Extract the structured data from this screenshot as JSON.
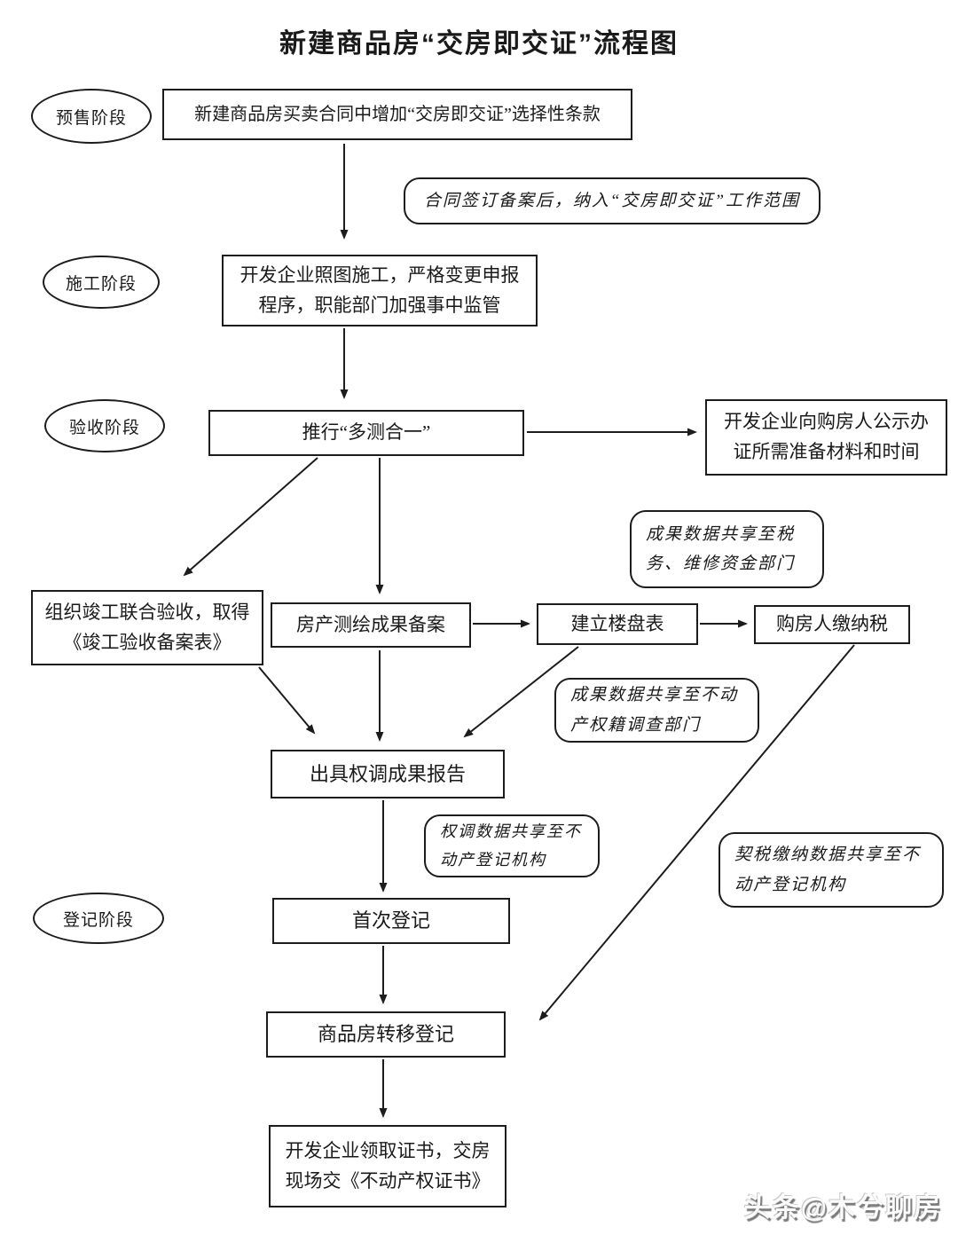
{
  "title": "新建商品房“交房即交证”流程图",
  "stages": [
    {
      "label": "预售阶段"
    },
    {
      "label": "施工阶段"
    },
    {
      "label": "验收阶段"
    },
    {
      "label": "登记阶段"
    }
  ],
  "nodes": {
    "contract_clause": "新建商品房买卖合同中增加“交房即交证”选择性条款",
    "construction_supervision": "开发企业照图施工，严格变更申报程序，职能部门加强事中监管",
    "multi_survey": "推行“多测合一”",
    "publicity": "开发企业向购房人公示办证所需准备材料和时间",
    "joint_acceptance": "组织竣工联合验收，取得《竣工验收备案表》",
    "survey_filing": "房产测绘成果备案",
    "building_table": "建立楼盘表",
    "buyer_tax": "购房人缴纳税",
    "rights_report": "出具权调成果报告",
    "first_registration": "首次登记",
    "transfer_registration": "商品房转移登记",
    "certificate_delivery": "开发企业领取证书，交房现场交《不动产权证书》"
  },
  "annotations": {
    "contract_filing": "合同签订备案后，纳入“交房即交证”工作范围",
    "share_tax": "成果数据共享至税务、维修资金部门",
    "share_cadastre": "成果数据共享至不动产权籍调查部门",
    "share_rights": "权调数据共享至不动产登记机构",
    "share_deed_tax": "契税缴纳数据共享至不动产登记机构"
  },
  "edges": [
    {
      "from": "contract_clause",
      "to": "construction_supervision"
    },
    {
      "from": "construction_supervision",
      "to": "multi_survey"
    },
    {
      "from": "multi_survey",
      "to": "publicity"
    },
    {
      "from": "multi_survey",
      "to": "joint_acceptance"
    },
    {
      "from": "multi_survey",
      "to": "survey_filing"
    },
    {
      "from": "survey_filing",
      "to": "building_table"
    },
    {
      "from": "building_table",
      "to": "buyer_tax"
    },
    {
      "from": "joint_acceptance",
      "to": "rights_report"
    },
    {
      "from": "survey_filing",
      "to": "rights_report"
    },
    {
      "from": "building_table",
      "to": "rights_report"
    },
    {
      "from": "rights_report",
      "to": "first_registration"
    },
    {
      "from": "first_registration",
      "to": "transfer_registration"
    },
    {
      "from": "buyer_tax",
      "to": "transfer_registration"
    },
    {
      "from": "transfer_registration",
      "to": "certificate_delivery"
    }
  ],
  "watermark": "头条@木兮聊房"
}
